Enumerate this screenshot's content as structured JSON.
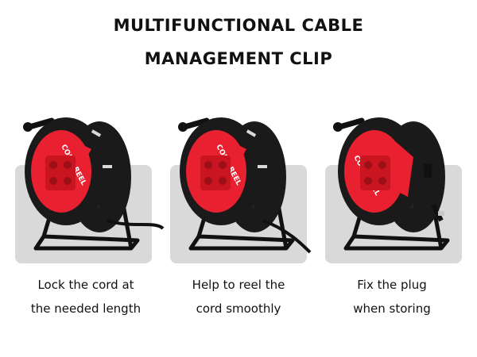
{
  "heading": {
    "line1": "MULTIFUNCTIONAL CABLE",
    "line2": "MANAGEMENT CLIP"
  },
  "features": [
    {
      "caption_line1": "Lock the cord at",
      "caption_line2": "the needed length",
      "reel_label": "CORD REEL"
    },
    {
      "caption_line1": "Help to reel the",
      "caption_line2": "cord smoothly",
      "reel_label": "CORD REEL"
    },
    {
      "caption_line1": "Fix the plug",
      "caption_line2": "when storing",
      "reel_label": "CORD REEL"
    }
  ],
  "colors": {
    "panel": "#d9d9d9",
    "reel_body": "#1a1a1a",
    "reel_accent": "#e8202f"
  }
}
